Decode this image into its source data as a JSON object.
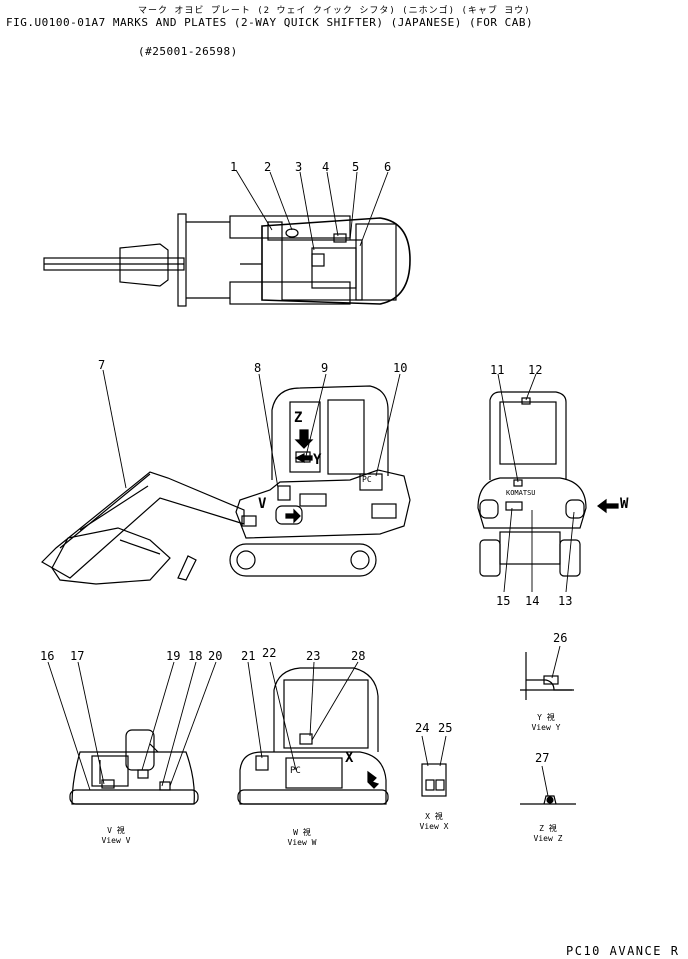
{
  "header": {
    "kana_line": "マーク オヨビ プレート (2 ウェイ クイック シフタ) (ニホンゴ) (キャブ ヨウ)",
    "fig_line": "FIG.U0100-01A7  MARKS AND PLATES (2-WAY QUICK SHIFTER) (JAPANESE) (FOR CAB)",
    "serial_range": "(#25001-26598)"
  },
  "callouts": [
    "1",
    "2",
    "3",
    "4",
    "5",
    "6",
    "7",
    "8",
    "9",
    "10",
    "11",
    "12",
    "13",
    "14",
    "15",
    "16",
    "17",
    "18",
    "19",
    "20",
    "21",
    "22",
    "23",
    "24",
    "25",
    "26",
    "27",
    "28"
  ],
  "view_markers": {
    "z": "Z",
    "y": "Y",
    "v": "V",
    "w": "W",
    "x": "X"
  },
  "plate_labels": {
    "pc_side": "PC",
    "pc_view_w": "PC",
    "komatsu": "KOMATSU"
  },
  "view_captions": {
    "v_kana": "V 視",
    "v_en": "View V",
    "w_kana": "W 視",
    "w_en": "View W",
    "x_kana": "X 視",
    "x_en": "View X",
    "y_kana": "Y 視",
    "y_en": "View Y",
    "z_kana": "Z 視",
    "z_en": "View Z"
  },
  "footer": {
    "model": "PC10 AVANCE R"
  }
}
